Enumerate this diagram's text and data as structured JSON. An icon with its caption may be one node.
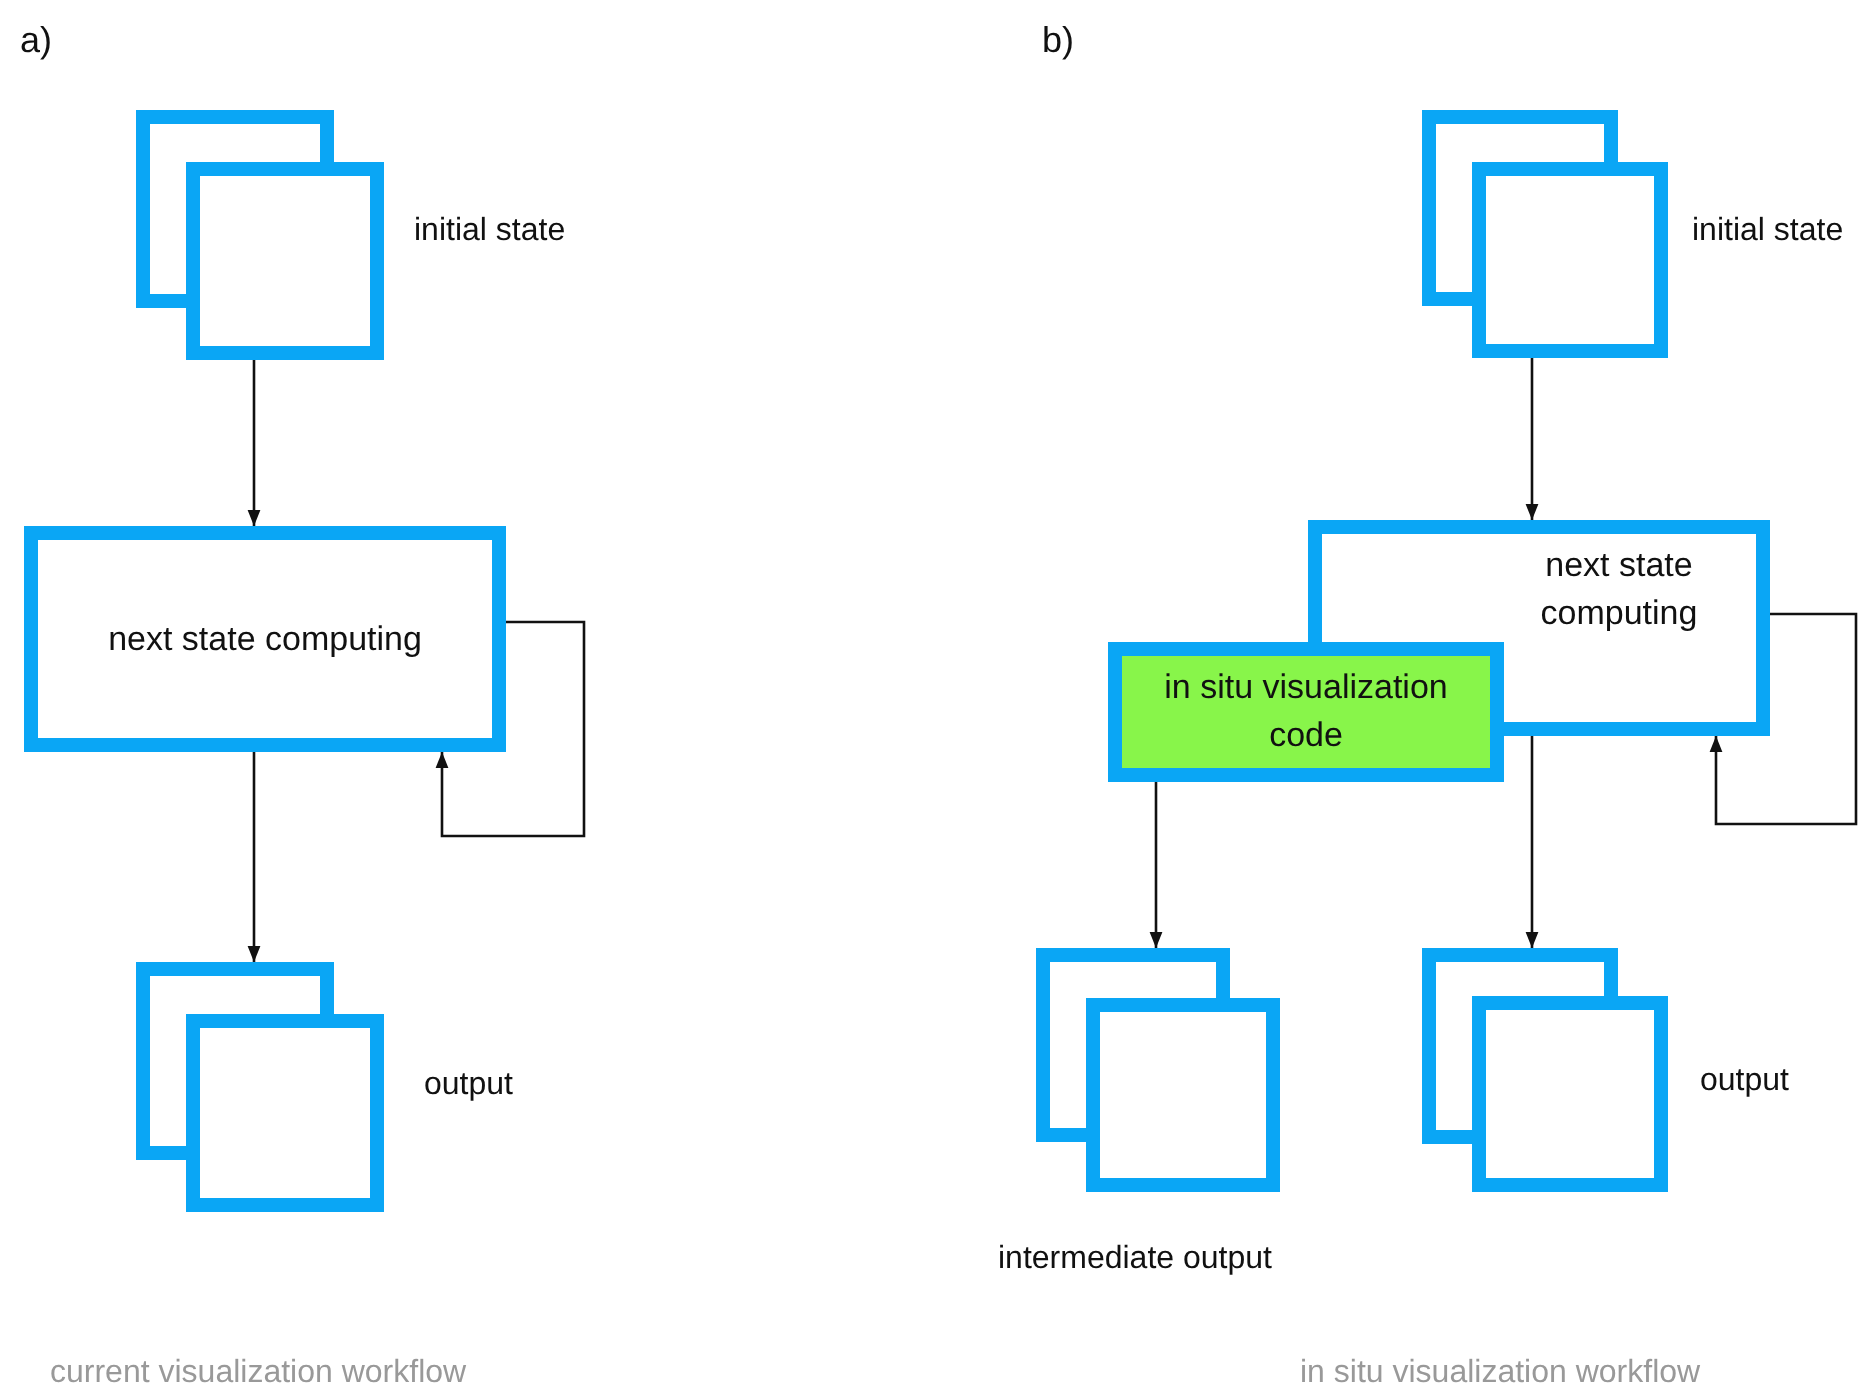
{
  "diagram": {
    "nodes": [
      {
        "text": [],
        "shape": "box",
        "beside": [
          "initial state"
        ]
      },
      {
        "text": [
          "next state computing"
        ]
      },
      {
        "text": [],
        "shape": "box",
        "beside": [
          "output"
        ]
      },
      {
        "text": [],
        "shape": "box",
        "beside": [
          "initial state"
        ]
      },
      {
        "text": [
          "next state computing"
        ]
      },
      {
        "text": [
          "in situ visualization code"
        ]
      },
      {
        "text": [],
        "shape": "box",
        "beside": [
          "intermediate output"
        ]
      },
      {
        "text": [],
        "shape": "box",
        "beside": [
          "output"
        ]
      }
    ],
    "edges": [
      {
        "from": 0,
        "to": 1,
        "arrow": "to"
      },
      {
        "from": 1,
        "to": 1,
        "arrow": "to"
      },
      {
        "from": 1,
        "to": 2,
        "arrow": "to"
      },
      {
        "from": 3,
        "to": 4,
        "arrow": "to"
      },
      {
        "from": 4,
        "to": 4,
        "arrow": "to"
      },
      {
        "from": 5,
        "to": 6,
        "arrow": "to"
      },
      {
        "from": 4,
        "to": 7,
        "arrow": "to"
      }
    ],
    "labels": [
      "a)",
      "b)",
      "current visualization workflow",
      "in situ visualization workflow"
    ]
  }
}
